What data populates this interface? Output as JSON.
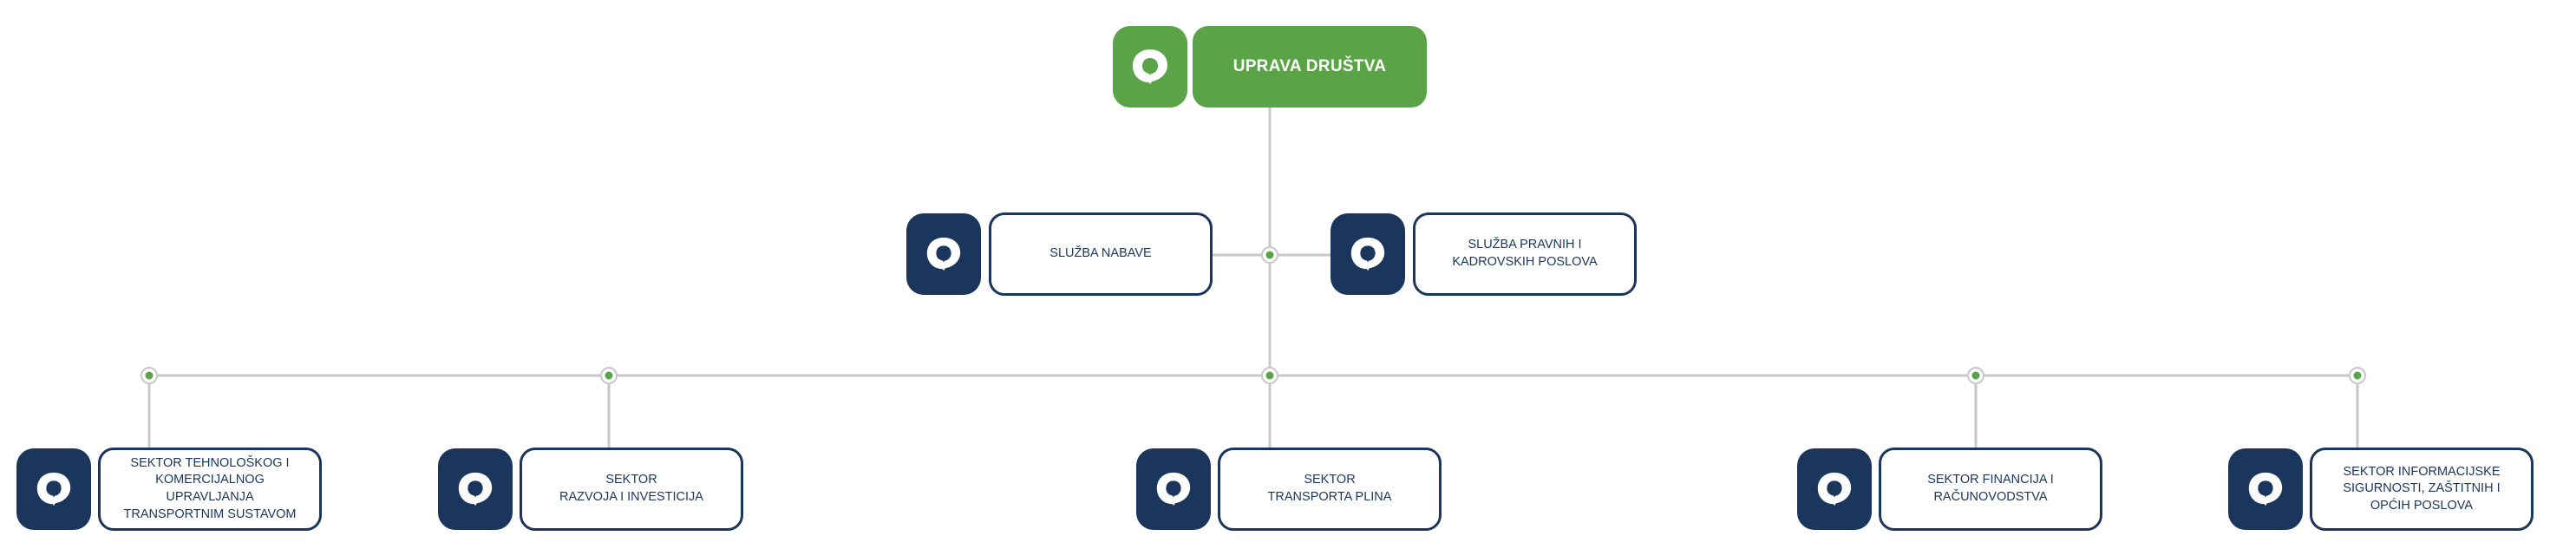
{
  "colors": {
    "navy": "#1b365d",
    "green": "#5aa346",
    "line": "#c8c8c8"
  },
  "logo_icon": "leaf-drop-icon",
  "board": {
    "label": "UPRAVA DRUŠTVA"
  },
  "services": [
    {
      "label": "SLUŽBA NABAVE"
    },
    {
      "label": "SLUŽBA PRAVNIH I\nKADROVSKIH POSLOVA"
    }
  ],
  "sectors": [
    {
      "label": "SEKTOR TEHNOLOŠKOG I\nKOMERCIJALNOG UPRAVLJANJA\nTRANSPORTNIM SUSTAVOM"
    },
    {
      "label": "SEKTOR\nRAZVOJA I INVESTICIJA"
    },
    {
      "label": "SEKTOR\nTRANSPORTA PLINA"
    },
    {
      "label": "SEKTOR FINANCIJA I\nRAČUNOVODSTVA"
    },
    {
      "label": "SEKTOR INFORMACIJSKE\nSIGURNOSTI, ZAŠTITNIH I\nOPĆIH POSLOVA"
    }
  ]
}
